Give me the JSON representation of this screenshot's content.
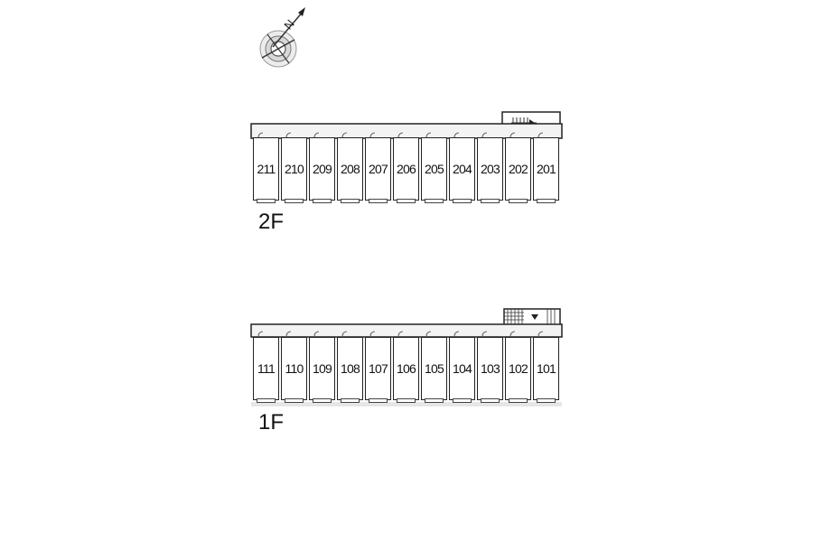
{
  "compass": {
    "label": "N"
  },
  "floors": [
    {
      "label": "2F",
      "units": [
        "211",
        "210",
        "209",
        "208",
        "207",
        "206",
        "205",
        "204",
        "203",
        "202",
        "201"
      ]
    },
    {
      "label": "1F",
      "units": [
        "111",
        "110",
        "109",
        "108",
        "107",
        "106",
        "105",
        "104",
        "103",
        "102",
        "101"
      ]
    }
  ]
}
